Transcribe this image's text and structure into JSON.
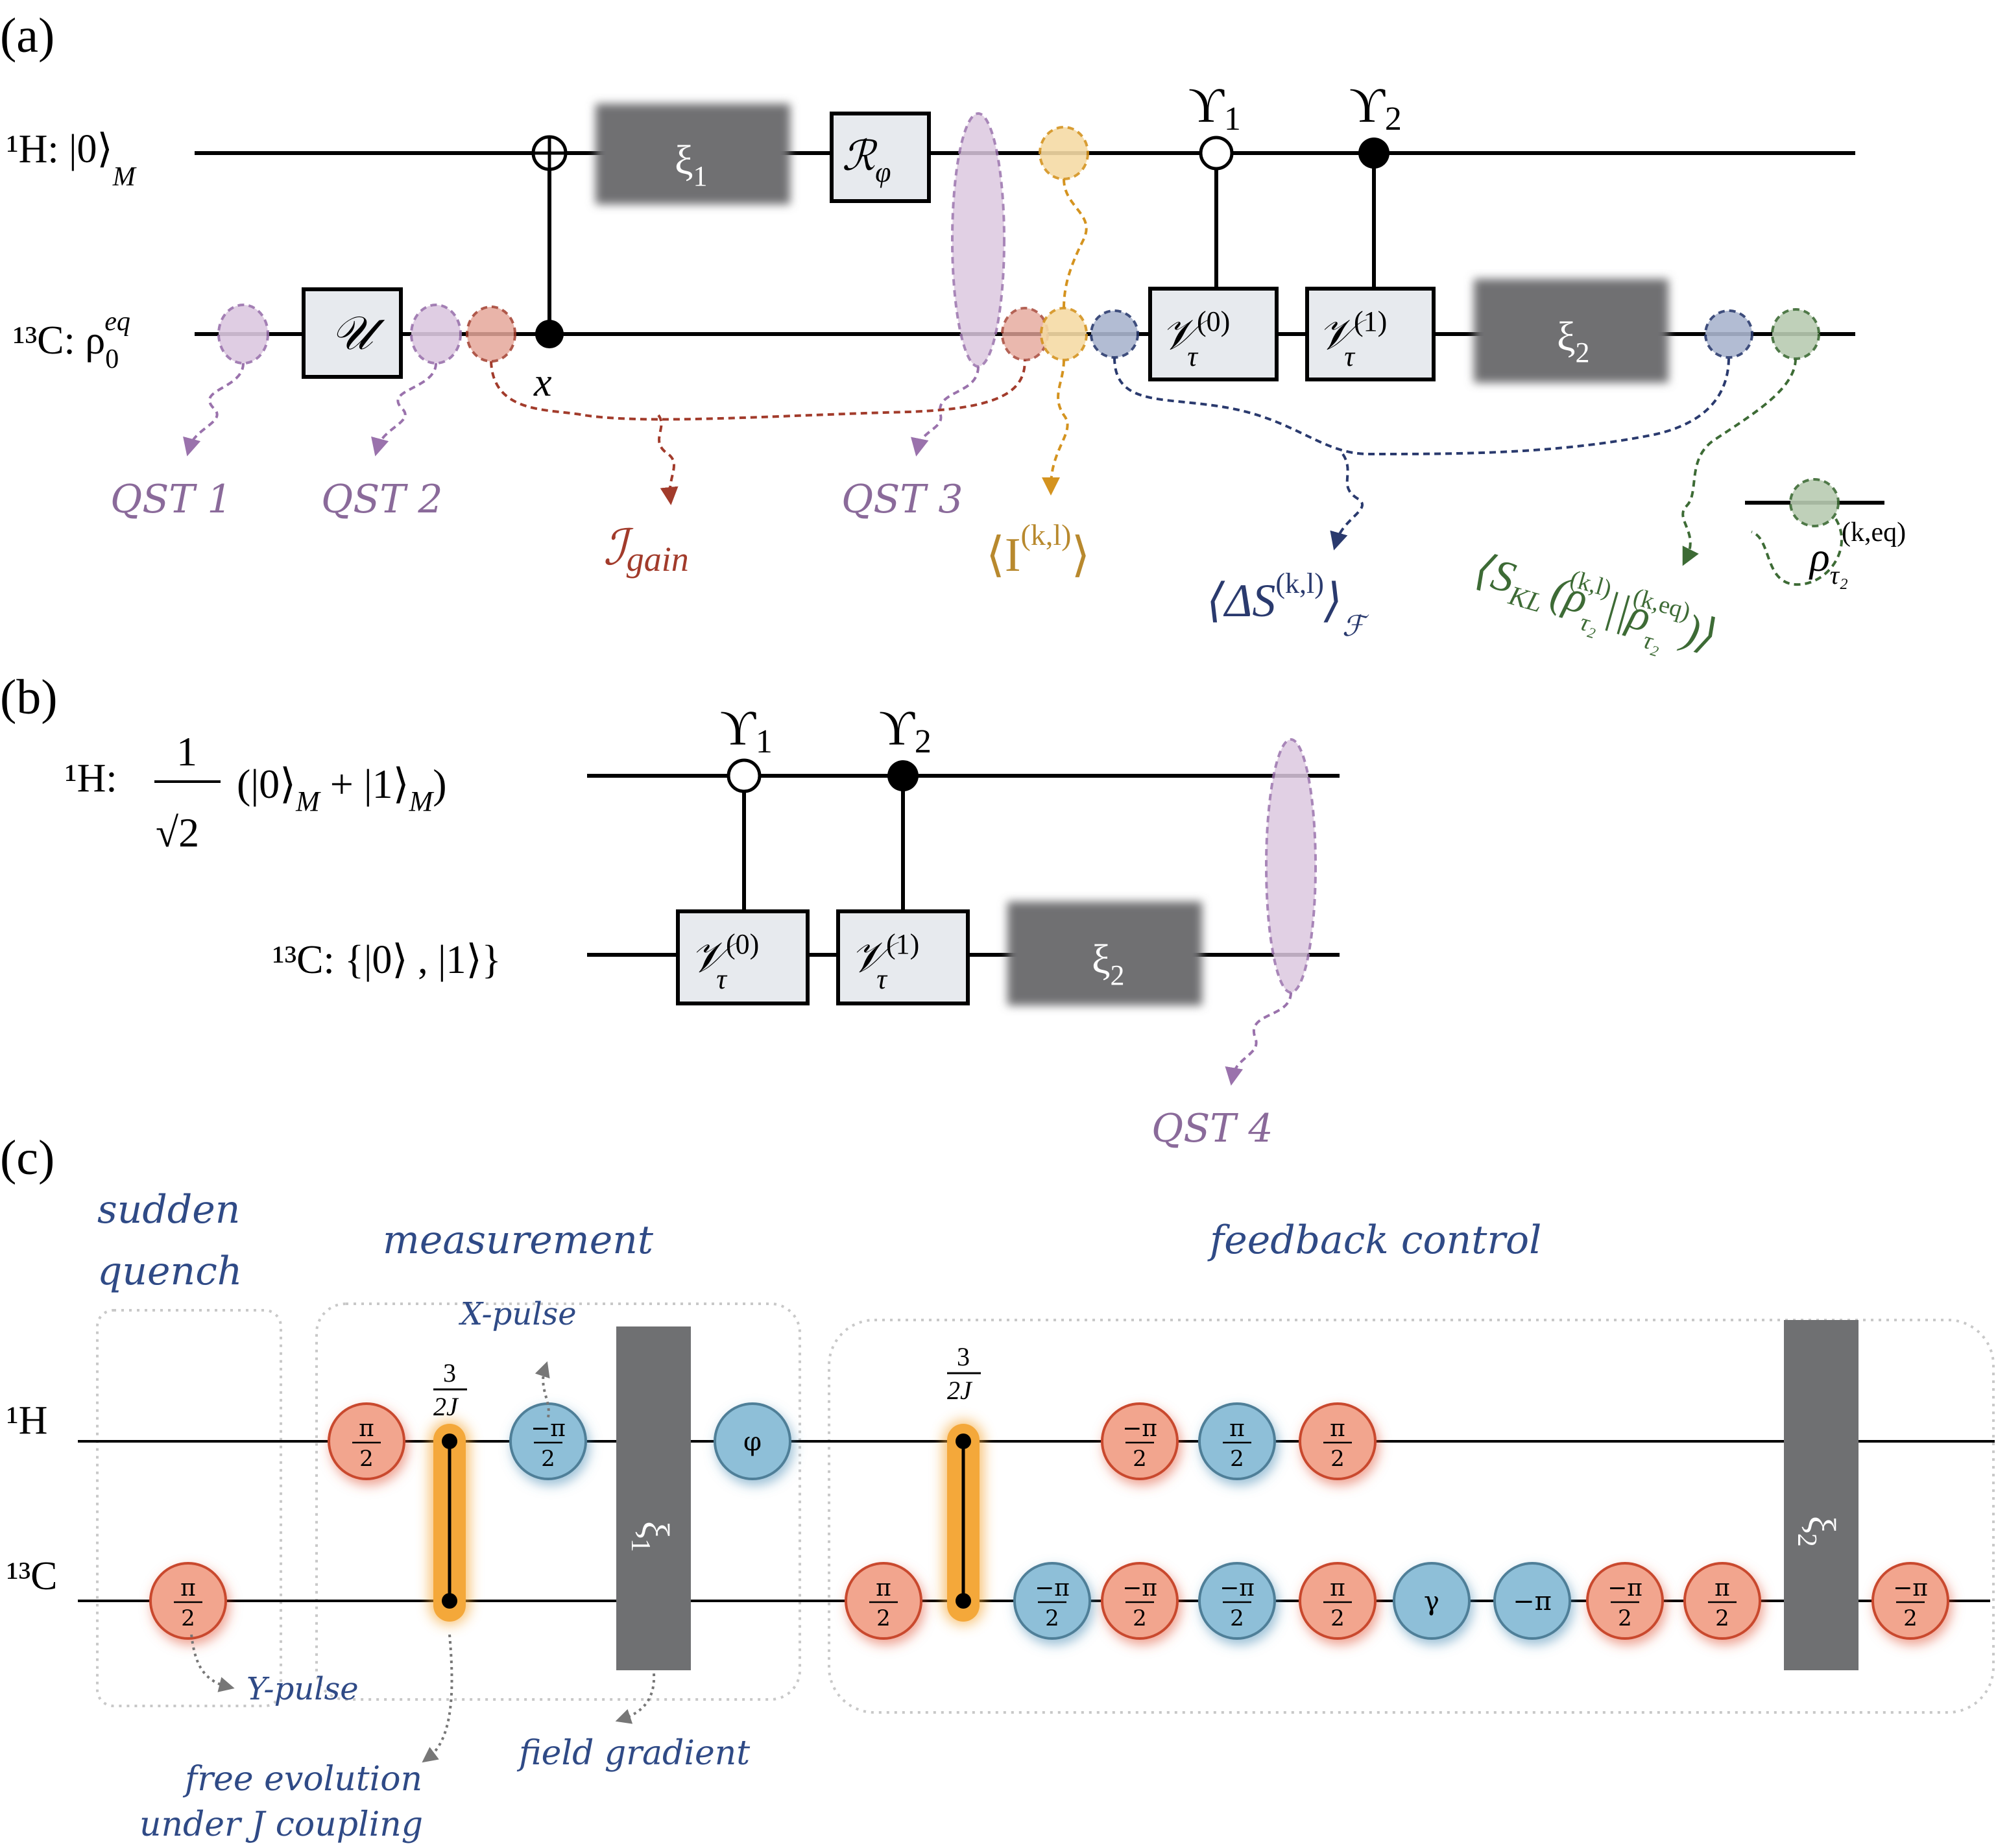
{
  "panel_a": {
    "label": "(a)",
    "h_label": "¹H: |0⟩",
    "h_sub": "M",
    "c_label": "¹³C: ρ",
    "c_sub": "0",
    "c_sup": "eq",
    "x_label": "x",
    "xi1": "ξ",
    "xi1_sub": "1",
    "r_gate": "ℛ",
    "r_sub": "φ",
    "upsilon1": "ϒ",
    "upsilon1_sub": "1",
    "upsilon2": "ϒ",
    "upsilon2_sub": "2",
    "u_gate": "𝒰",
    "v0": "𝒱",
    "v0_sup": "(0)",
    "v0_sub": "τ",
    "v1": "𝒱",
    "v1_sup": "(1)",
    "v1_sub": "τ",
    "xi2": "ξ",
    "xi2_sub": "2",
    "qst1": "QST 1",
    "qst2": "QST 2",
    "qst3": "QST 3",
    "igain": "ℐ",
    "igain_sub": "gain",
    "i_kl": "⟨I",
    "i_kl_sup": "(k,l)",
    "i_kl_close": "⟩",
    "delta_s": "⟨ΔS",
    "delta_s_sup": "(k,l)",
    "delta_s_close": "⟩",
    "delta_s_sub": "ℱ",
    "skl": "⟨S",
    "skl_sub": "KL",
    "skl_open": "(ρ",
    "skl_rho_sub": "τ₂",
    "skl_rho_sup": "(k,l)",
    "skl_mid": "||ρ",
    "skl_rho2_sub": "τ₂",
    "skl_rho2_sup": "(k,eq)",
    "skl_close": ")⟩",
    "rho_eq": "ρ",
    "rho_eq_sub": "τ₂",
    "rho_eq_sup": "(k,eq)"
  },
  "panel_b": {
    "label": "(b)",
    "h_label": "¹H:",
    "frac_num": "1",
    "frac_den": "√2",
    "h_state": "(|0⟩",
    "h_state_sub1": "M",
    "h_plus": " + |1⟩",
    "h_state_sub2": "M",
    "h_close": ")",
    "c_label": "¹³C: {|0⟩ , |1⟩}",
    "upsilon1": "ϒ",
    "upsilon1_sub": "1",
    "upsilon2": "ϒ",
    "upsilon2_sub": "2",
    "v0": "𝒱",
    "v0_sup": "(0)",
    "v0_sub": "τ",
    "v1": "𝒱",
    "v1_sup": "(1)",
    "v1_sub": "τ",
    "xi2": "ξ",
    "xi2_sub": "2",
    "qst4": "QST 4"
  },
  "panel_c": {
    "label": "(c)",
    "h_label": "¹H",
    "c_label": "¹³C",
    "sudden_quench_1": "sudden",
    "sudden_quench_2": "quench",
    "measurement": "measurement",
    "feedback_control": "feedback control",
    "x_pulse": "X-pulse",
    "y_pulse": "Y-pulse",
    "field_gradient": "field gradient",
    "free_evolution_1": "free evolution",
    "free_evolution_2": "under J coupling",
    "j_num": "3",
    "j_den": "2J",
    "xi1": "ξ",
    "xi1_sub": "1",
    "xi2": "ξ",
    "xi2_sub": "2",
    "phi": "φ",
    "gamma": "γ",
    "neg_pi": "−π",
    "pi": "π",
    "neg_pi_top": "−π",
    "two": "2"
  },
  "colors": {
    "purple": "#8a6a9a",
    "purple_fill": "#dcc8e0",
    "red": "#a23b2b",
    "red_fill": "#e6a79b",
    "orange": "#d4931f",
    "orange_fill": "#f6dba6",
    "navy": "#2a3a6e",
    "navy_fill": "#aab5cf",
    "green": "#3d6b35",
    "green_fill": "#b9cbb2",
    "gold_text": "#b8892e",
    "label_blue": "#2f4a86",
    "gate_fill": "#e7eaee",
    "gray_block": "#6f7072",
    "salmon": "#f2a58e",
    "salmon_stroke": "#c9482e",
    "sky": "#8ebfd8",
    "sky_stroke": "#4f7f98",
    "orange_bar": "#f4a83a"
  }
}
